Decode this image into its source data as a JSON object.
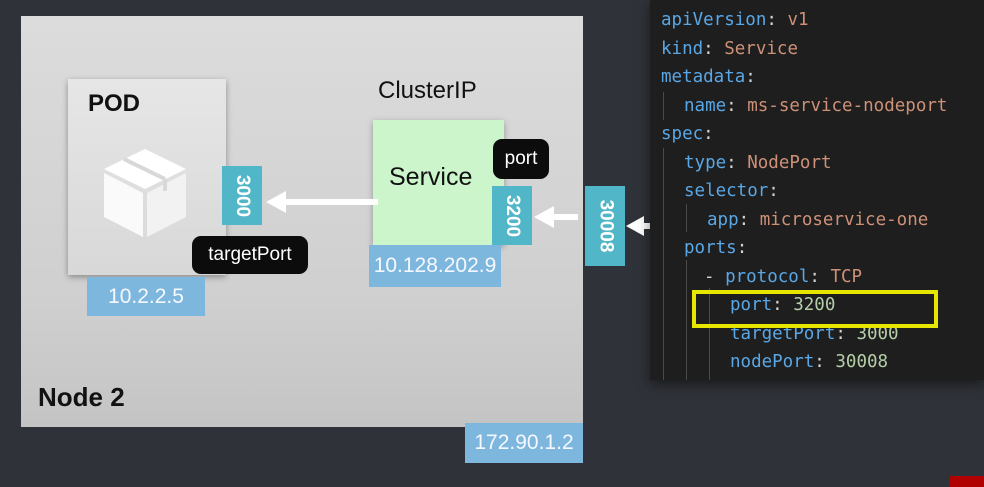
{
  "node": {
    "label": "Node 2",
    "ip": "172.90.1.2"
  },
  "pod": {
    "title": "POD",
    "ip": "10.2.2.5",
    "icon": "box-icon"
  },
  "target_port": {
    "value": "3000",
    "tag": "targetPort"
  },
  "service": {
    "title": "ClusterIP",
    "label": "Service",
    "port_tag": "port",
    "port_value": "3200",
    "ip": "10.128.202.9"
  },
  "node_port": {
    "value": "30008"
  },
  "yaml": {
    "lines": [
      {
        "key": "apiVersion",
        "val": "v1",
        "vtype": "s",
        "indent": 0
      },
      {
        "key": "kind",
        "val": "Service",
        "vtype": "s",
        "indent": 0
      },
      {
        "key": "metadata",
        "val": "",
        "vtype": "",
        "indent": 0
      },
      {
        "key": "name",
        "val": "ms-service-nodeport",
        "vtype": "s",
        "indent": 1
      },
      {
        "key": "spec",
        "val": "",
        "vtype": "",
        "indent": 0
      },
      {
        "key": "type",
        "val": "NodePort",
        "vtype": "s",
        "indent": 1
      },
      {
        "key": "selector",
        "val": "",
        "vtype": "",
        "indent": 1
      },
      {
        "key": "app",
        "val": "microservice-one",
        "vtype": "s",
        "indent": 2
      },
      {
        "key": "ports",
        "val": "",
        "vtype": "",
        "indent": 1
      },
      {
        "key": "protocol",
        "val": "TCP",
        "vtype": "s",
        "indent": 2,
        "dash": true
      },
      {
        "key": "port",
        "val": "3200",
        "vtype": "n",
        "indent": 3
      },
      {
        "key": "targetPort",
        "val": "3000",
        "vtype": "n",
        "indent": 3
      },
      {
        "key": "nodePort",
        "val": "30008",
        "vtype": "n",
        "indent": 3
      }
    ]
  },
  "colors": {
    "ip_label": "#7eb7de",
    "port_box": "#51b6c7",
    "service_fill": "#cdf5cc",
    "highlight": "#e6e600"
  }
}
